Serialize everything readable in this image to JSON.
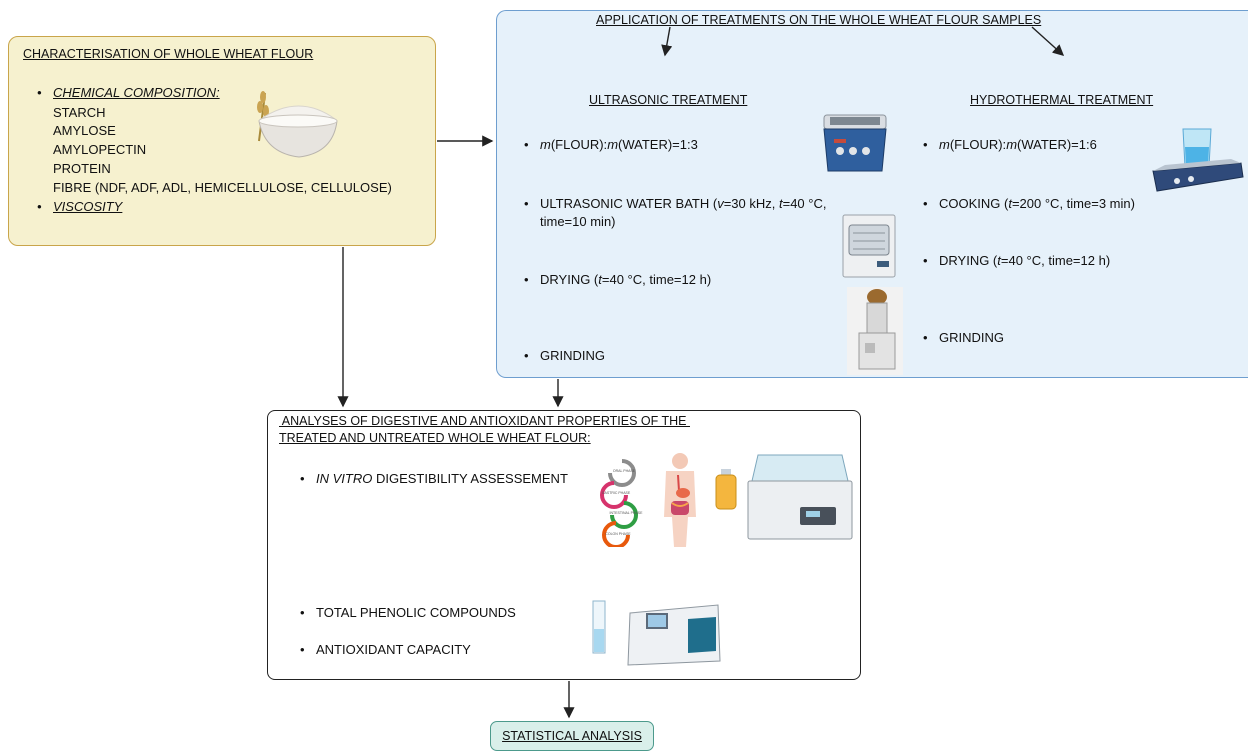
{
  "characterisation": {
    "title": "CHARACTERISATION OF WHOLE WHEAT FLOUR",
    "chemical_composition": "CHEMICAL COMPOSITION:",
    "items": [
      "STARCH",
      "AMYLOSE",
      "AMYLOPECTIN",
      "PROTEIN",
      "FIBRE (NDF, ADF, ADL, HEMICELLULOSE, CELLULOSE)"
    ],
    "viscosity": "VISCOSITY"
  },
  "treatments": {
    "title": "APPLICATION OF TREATMENTS ON THE WHOLE WHEAT FLOUR SAMPLES",
    "ultrasonic": {
      "title": "ULTRASONIC TREATMENT",
      "steps": [
        {
          "italic": "m",
          "rest1": "(FLOUR):",
          "italic2": "m",
          "rest2": "(WATER)=1:3"
        },
        {
          "line1a": "ULTRASONIC WATER BATH (",
          "v": "v",
          "line1b": "=30 kHz, ",
          "t": "t",
          "line1c": "=40 °C,",
          "line2": "time=10 min)"
        },
        {
          "a": "DRYING  (",
          "t": "t",
          "b": "=40 °C, time=12 h)"
        },
        {
          "a": "GRINDING"
        }
      ]
    },
    "hydrothermal": {
      "title": "HYDROTHERMAL TREATMENT",
      "steps": [
        {
          "italic": "m",
          "rest1": "(FLOUR):",
          "italic2": "m",
          "rest2": "(WATER)=1:6"
        },
        {
          "a": "COOKING (",
          "t": "t",
          "b": "=200 °C, time=3 min)"
        },
        {
          "a": "DRYING (",
          "t": "t",
          "b": "=40 °C, time=12 h)"
        },
        {
          "a": "GRINDING"
        }
      ]
    }
  },
  "analyses": {
    "title_line1": " ANALYSES OF DIGESTIVE AND ANTIOXIDANT PROPERTIES OF THE ",
    "title_line2": "TREATED AND UNTREATED WHOLE WHEAT FLOUR:",
    "invitro_italic": "IN VITRO",
    "invitro_rest": " DIGESTIBILITY ASSESSEMENT",
    "phenolic": "TOTAL PHENOLIC COMPOUNDS",
    "antioxidant": "ANTIOXIDANT CAPACITY",
    "phase_labels": [
      "ORAL PHASE",
      "GASTRIC PHASE",
      "INTESTINAL PHASE",
      "COLON PHASE"
    ]
  },
  "statistical": {
    "label": "STATISTICAL ANALYSIS"
  },
  "colors": {
    "characterisation_fill": "#f6f1cf",
    "characterisation_border": "#c9a54a",
    "treatments_fill": "#e6f1fa",
    "treatments_border": "#6e9ecf",
    "statistical_fill": "#d9efea",
    "statistical_border": "#4c9a8c"
  }
}
